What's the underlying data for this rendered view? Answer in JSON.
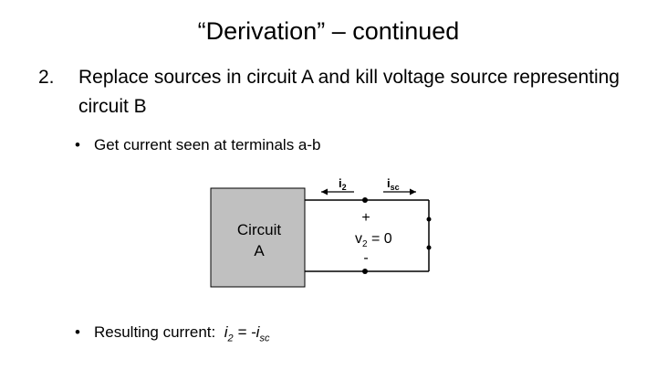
{
  "slide": {
    "title": "“Derivation” – continued",
    "item_number": "2.",
    "item_text": "Replace sources in circuit A and kill voltage source representing circuit B",
    "bullet_char": "•",
    "bullet1": "Get current seen at terminals a-b",
    "bullet2_prefix": "Resulting current:",
    "eq_i2_base": "i",
    "eq_i2_sub": "2",
    "eq_mid": " = -",
    "eq_isc_base": "i",
    "eq_isc_sub": "sc"
  },
  "circuit": {
    "block_line1": "Circuit",
    "block_line2": "A",
    "block_fill": "#c0c0c0",
    "i2_base": "i",
    "i2_sub": "2",
    "isc_base": "i",
    "isc_sub": "sc",
    "plus": "+",
    "v2_base": "v",
    "v2_sub": "2",
    "v2_rest": " = 0",
    "minus": "-"
  }
}
